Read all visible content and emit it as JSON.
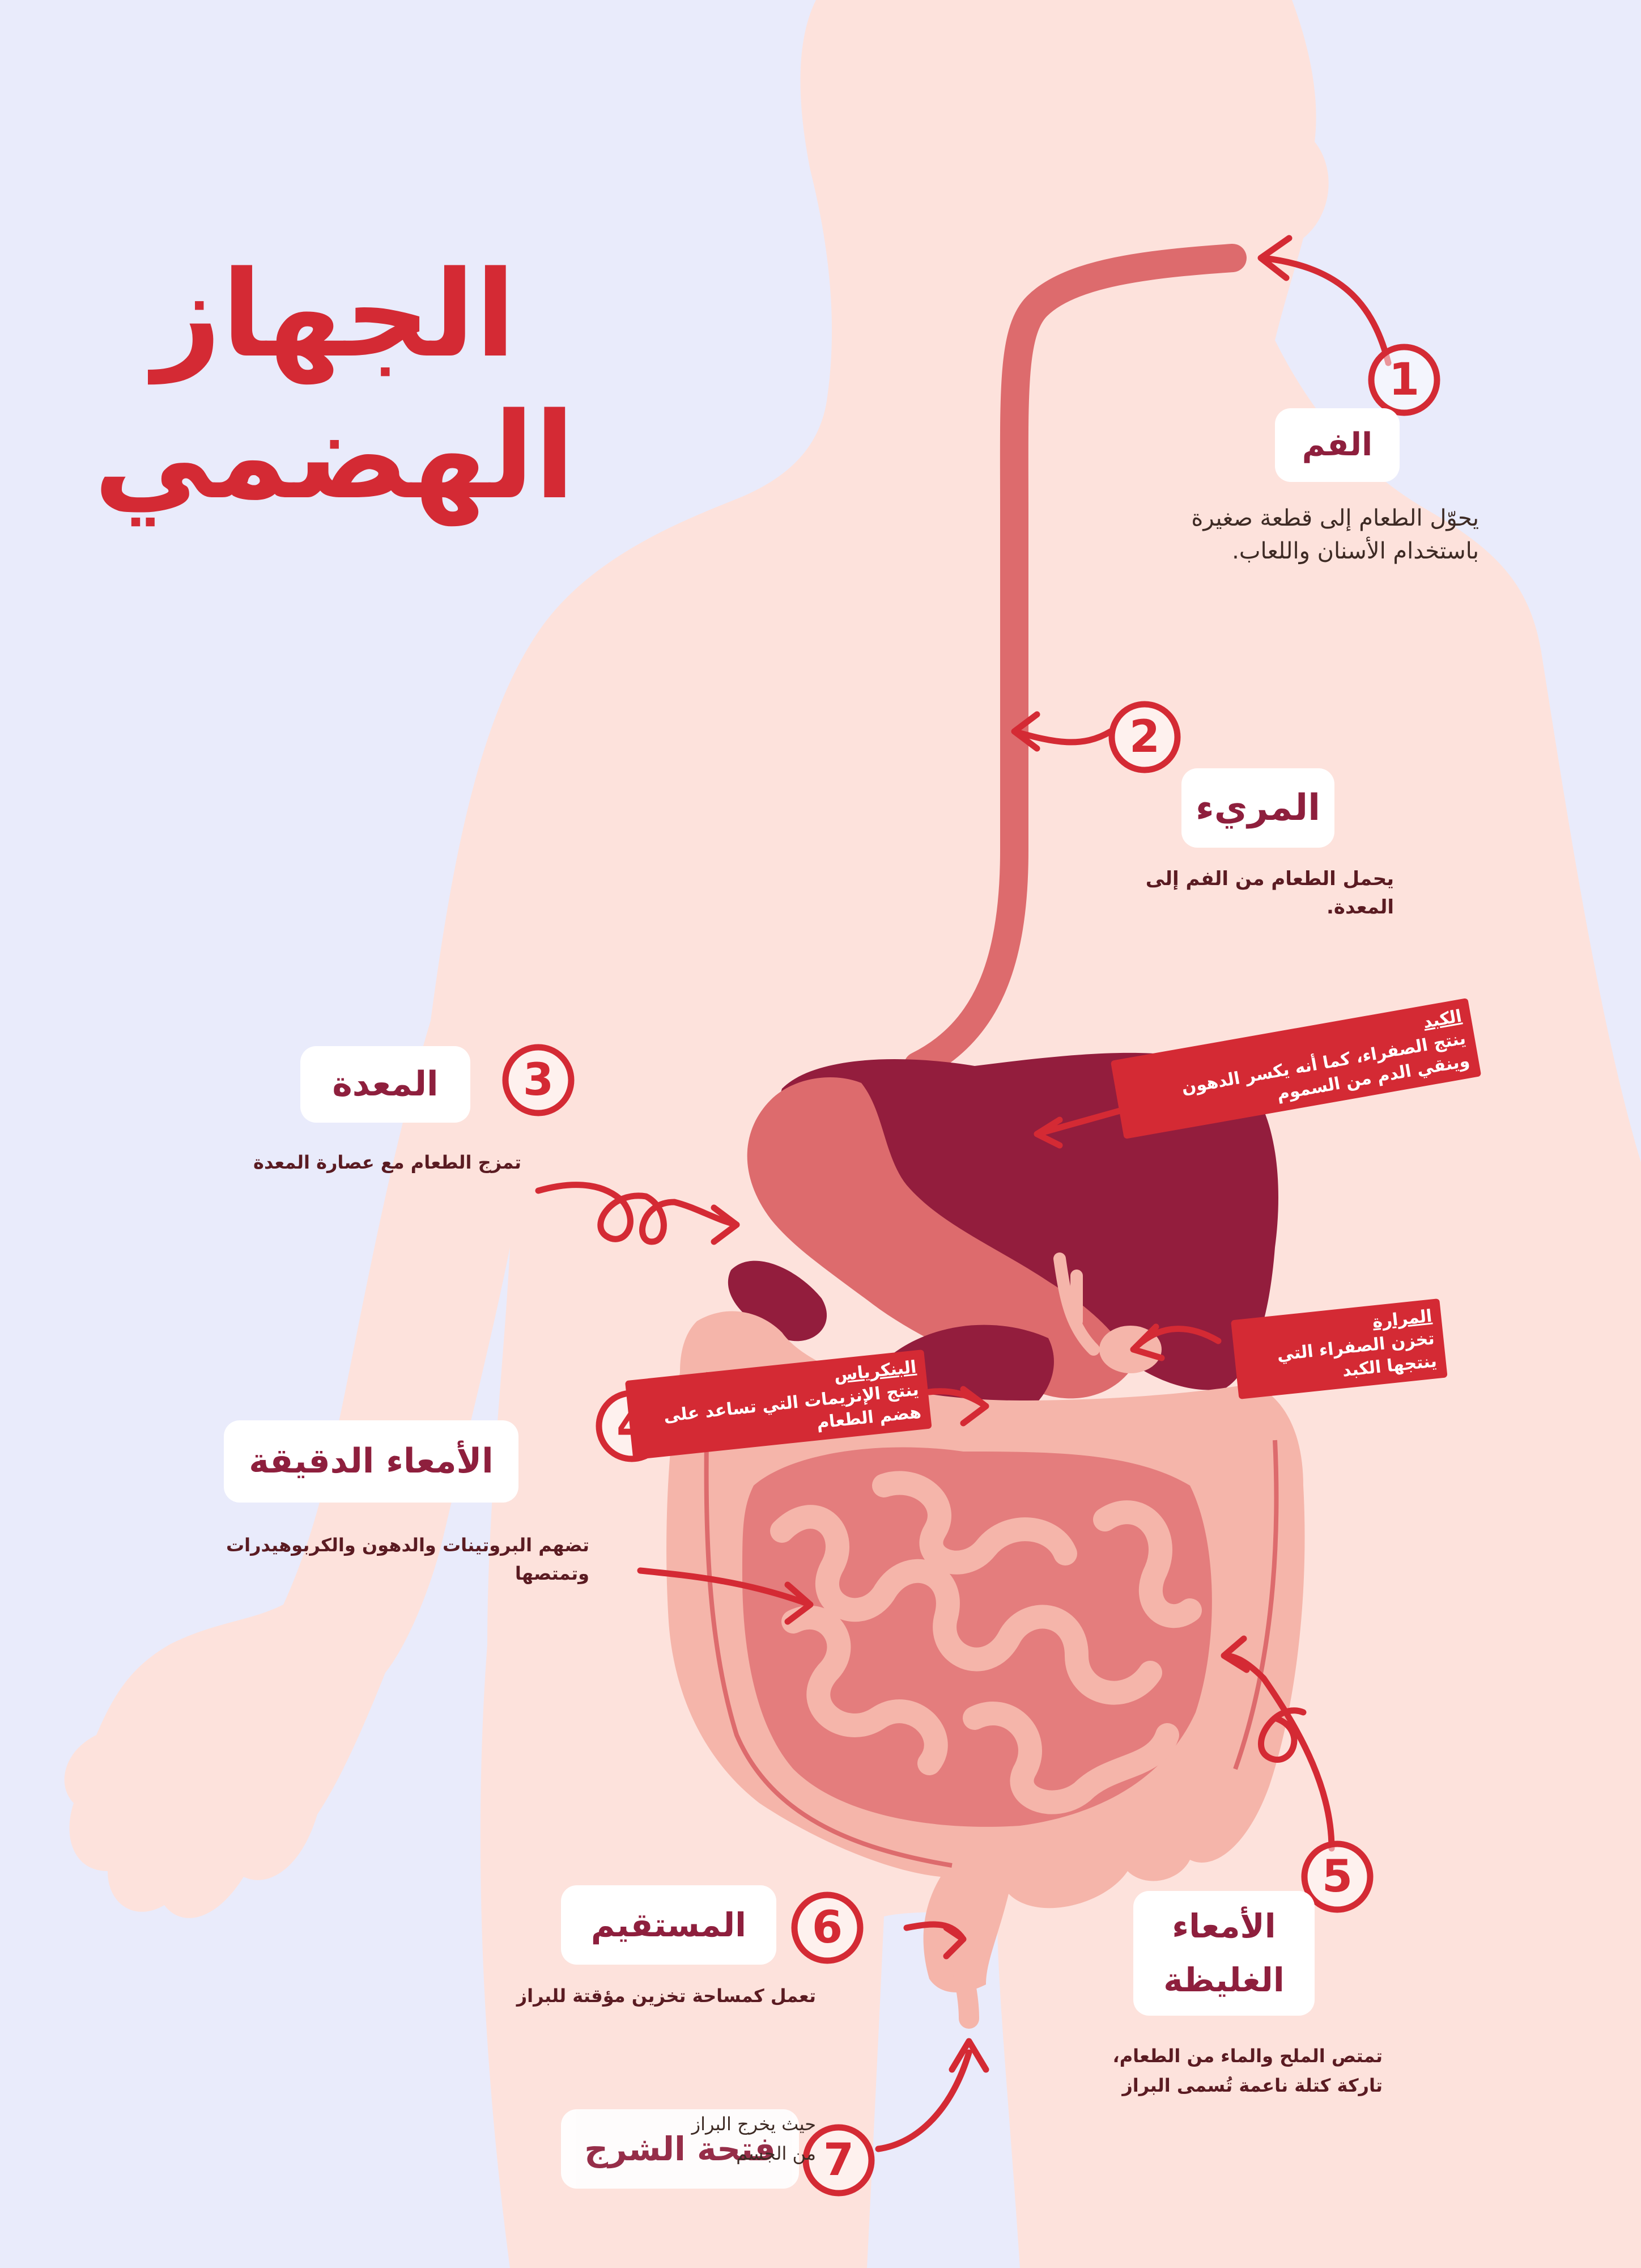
{
  "title": {
    "line1": "الجهاز",
    "line2": "الهضمي"
  },
  "colors": {
    "background": "#e9ebfb",
    "body": "#fde2dc",
    "accent": "#d42a34",
    "label_text": "#8e1f3d",
    "liver": "#931d3d",
    "stomach": "#dd6b6d",
    "intestine": "#f5b5aa"
  },
  "organs": [
    {
      "number": "1",
      "name": "الفم",
      "description": "يحوّل الطعام إلى قطعة صغيرة باستخدام الأسنان واللعاب."
    },
    {
      "number": "2",
      "name": "المريء",
      "description": "يحمل الطعام من الفم إلى المعدة."
    },
    {
      "number": "3",
      "name": "المعدة",
      "description": "تمزج الطعام مع عصارة المعدة"
    },
    {
      "number": "4",
      "name": "الأمعاء الدقيقة",
      "description": "تضهم البروتينات والدهون والكربوهيدرات وتمتصها"
    },
    {
      "number": "5",
      "name_line1": "الأمعاء",
      "name_line2": "الغليظة",
      "description": "تمتص الملح والماء من الطعام، تاركة كتلة ناعمة تُسمى البراز"
    },
    {
      "number": "6",
      "name": "المستقيم",
      "description": "تعمل كمساحة تخزين مؤقتة للبراز"
    },
    {
      "number": "7",
      "name": "فتحة الشرج",
      "description": "حيث يخرج البراز من الجسم"
    }
  ],
  "callouts": {
    "liver": {
      "heading": "الكبد",
      "text": "ينتج الصفراء، كما أنه يكسر الدهون وينقي الدم من السموم"
    },
    "gallbladder": {
      "heading": "المرارة",
      "text": "تخزن الصفراء التي ينتجها الكبد"
    },
    "pancreas": {
      "heading": "البنكرياس",
      "text": "ينتج الإنزيمات التي تساعد على هضم الطعام"
    }
  }
}
